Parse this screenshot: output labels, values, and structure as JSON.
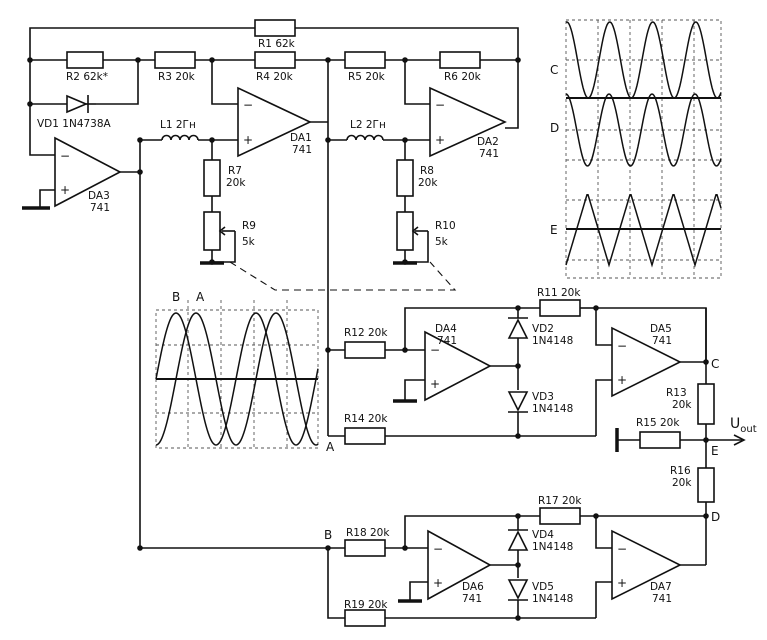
{
  "components": {
    "R1": "R1 62k",
    "R2": "R2 62k*",
    "R3": "R3 20k",
    "R4": "R4 20k",
    "R5": "R5 20k",
    "R6": "R6 20k",
    "R7_name": "R7",
    "R7_val": "20k",
    "R8_name": "R8",
    "R8_val": "20k",
    "R9_name": "R9",
    "R9_val": "5k",
    "R10_name": "R10",
    "R10_val": "5k",
    "R11": "R11 20k",
    "R12": "R12 20k",
    "R13_name": "R13",
    "R13_val": "20k",
    "R14": "R14 20k",
    "R15": "R15 20k",
    "R16_name": "R16",
    "R16_val": "20k",
    "R17": "R17 20k",
    "R18": "R18 20k",
    "R19": "R19 20k",
    "L1": "L1 2Гн",
    "L2": "L2 2Гн",
    "VD1": "VD1 1N4738A",
    "VD2": "VD2",
    "VD2_type": "1N4148",
    "VD3": "VD3",
    "VD3_type": "1N4148",
    "VD4": "VD4",
    "VD4_type": "1N4148",
    "VD5": "VD5",
    "VD5_type": "1N4148",
    "DA1": "DA1",
    "DA2": "DA2",
    "DA3": "DA3",
    "DA4": "DA4",
    "DA5": "DA5",
    "DA6": "DA6",
    "DA7": "DA7",
    "opamp_type": "741"
  },
  "nodes": {
    "A": "A",
    "B": "B",
    "C": "C",
    "D": "D",
    "E": "E"
  },
  "output": {
    "label": "U",
    "sub": "out"
  },
  "waveform_labels": {
    "C": "C",
    "D": "D",
    "E": "E",
    "B": "B",
    "A": "A"
  }
}
